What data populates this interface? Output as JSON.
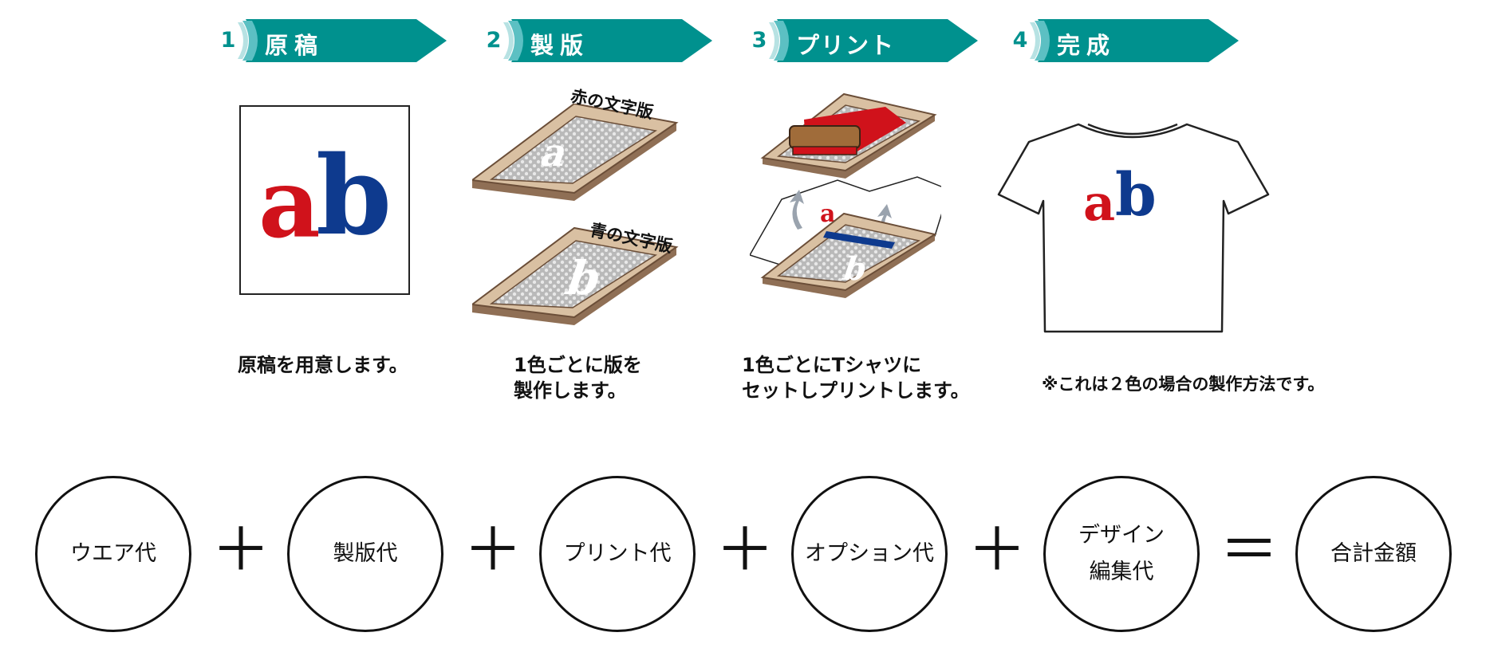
{
  "steps": [
    {
      "number": "1",
      "title": "原稿"
    },
    {
      "number": "2",
      "title": "製版"
    },
    {
      "number": "3",
      "title": "プリント"
    },
    {
      "number": "4",
      "title": "完成"
    }
  ],
  "artwork": {
    "letter_a": "a",
    "letter_b": "b",
    "color_a": "#d0121b",
    "color_b": "#0e3a8e"
  },
  "plates": {
    "red_label": "赤の文字版",
    "blue_label": "青の文字版",
    "red_letter": "a",
    "blue_letter": "b"
  },
  "captions": {
    "step1": "原稿を用意します。",
    "step2": "1色ごとに版を\n製作します。",
    "step3": "1色ごとにTシャツに\nセットしプリントします。",
    "step4_note": "※これは２色の場合の製作方法です。"
  },
  "formula": {
    "items": [
      "ウエア代",
      "製版代",
      "プリント代",
      "オプション代",
      "デザイン\n編集代",
      "合計金額"
    ],
    "operators": [
      "＋",
      "＋",
      "＋",
      "＋",
      "＝"
    ]
  },
  "colors": {
    "teal": "#00918e",
    "teal_light": "#5cc0c3",
    "frame": "#d9c0a2",
    "ink_red": "#d0121b",
    "ink_blue": "#0e3a8e"
  }
}
